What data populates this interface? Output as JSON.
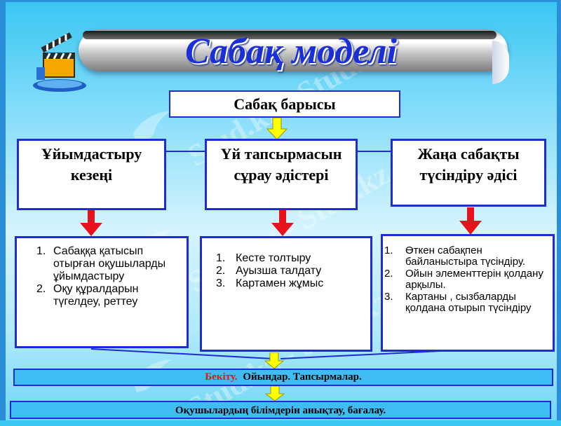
{
  "title": "Сабақ моделі",
  "process_header": "Сабақ барысы",
  "columns": [
    {
      "header": "Ұйымдастыру кезеңі",
      "items": [
        {
          "num": "1.",
          "text": "Сабаққа қатысып отырған оқушыларды ұйымдастыру"
        },
        {
          "num": "2.",
          "text": "Оқу құралдарын түгелдеу, реттеу"
        }
      ]
    },
    {
      "header": "Үй тапсырмасын сұрау әдістері",
      "items": [
        {
          "num": "1.",
          "text": "Кесте толтыру"
        },
        {
          "num": "2.",
          "text": "Ауызша талдату"
        },
        {
          "num": "3.",
          "text": "Картамен жұмыс"
        }
      ]
    },
    {
      "header": "Жаңа сабақты түсіндіру әдісі",
      "items": [
        {
          "num": "1.",
          "text": "Өткен сабақпен байланыстыра түсіндіру."
        },
        {
          "num": "2.",
          "text": "Ойын элементтерін қолдану арқылы."
        },
        {
          "num": "3.",
          "text": "Картаны , сызбаларды қолдана отырып түсіндіру"
        }
      ]
    }
  ],
  "consolidation": {
    "label": "Бекіту.",
    "text": "Ойындар. Тапсырмалар."
  },
  "assessment": "Оқушылардың білімдерін анықтау, бағалау.",
  "watermark": "Stud.kz - Stud.kz",
  "colors": {
    "border": "#1f2bd6",
    "title": "#1a2fd6",
    "red_arrow": "#e8131a",
    "yellow_arrow": "#ffff00",
    "bar_fill": "#3fbdf2",
    "label_red": "#e8131a"
  }
}
